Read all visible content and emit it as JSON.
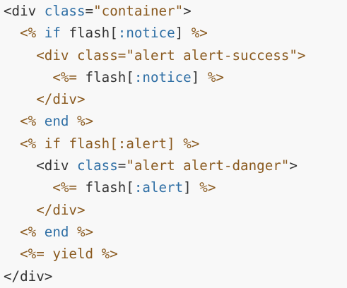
{
  "colors": {
    "background": "#f8f8f8",
    "plain": "#333333",
    "tag": "#333333",
    "attr": "#2f6fa5",
    "string": "#8a5a1f",
    "erb": "#8a5a1f",
    "keyword": "#2f6fa5",
    "symbol": "#2f6fa5"
  },
  "code_lines": [
    {
      "tokens": [
        {
          "t": "<div ",
          "c": "tag"
        },
        {
          "t": "class",
          "c": "attr"
        },
        {
          "t": "=",
          "c": "plain"
        },
        {
          "t": "\"container\"",
          "c": "string"
        },
        {
          "t": ">",
          "c": "tag"
        }
      ]
    },
    {
      "tokens": [
        {
          "t": "  ",
          "c": "plain"
        },
        {
          "t": "<%",
          "c": "erb"
        },
        {
          "t": " ",
          "c": "plain"
        },
        {
          "t": "if",
          "c": "keyword"
        },
        {
          "t": " flash[",
          "c": "plain"
        },
        {
          "t": ":notice",
          "c": "symbol"
        },
        {
          "t": "] ",
          "c": "plain"
        },
        {
          "t": "%>",
          "c": "erb"
        }
      ]
    },
    {
      "tokens": [
        {
          "t": "    ",
          "c": "plain"
        },
        {
          "t": "<div ",
          "c": "string"
        },
        {
          "t": "class",
          "c": "string"
        },
        {
          "t": "=",
          "c": "string"
        },
        {
          "t": "\"alert alert-success\"",
          "c": "string"
        },
        {
          "t": ">",
          "c": "string"
        }
      ]
    },
    {
      "tokens": [
        {
          "t": "      ",
          "c": "plain"
        },
        {
          "t": "<%=",
          "c": "erb"
        },
        {
          "t": " flash[",
          "c": "plain"
        },
        {
          "t": ":notice",
          "c": "symbol"
        },
        {
          "t": "] ",
          "c": "plain"
        },
        {
          "t": "%>",
          "c": "erb"
        }
      ]
    },
    {
      "tokens": [
        {
          "t": "    ",
          "c": "plain"
        },
        {
          "t": "</div>",
          "c": "string"
        }
      ]
    },
    {
      "tokens": [
        {
          "t": "  ",
          "c": "plain"
        },
        {
          "t": "<%",
          "c": "erb"
        },
        {
          "t": " ",
          "c": "plain"
        },
        {
          "t": "end",
          "c": "keyword"
        },
        {
          "t": " ",
          "c": "plain"
        },
        {
          "t": "%>",
          "c": "erb"
        }
      ]
    },
    {
      "tokens": [
        {
          "t": "  ",
          "c": "plain"
        },
        {
          "t": "<%",
          "c": "erb"
        },
        {
          "t": " ",
          "c": "plain"
        },
        {
          "t": "if",
          "c": "erb"
        },
        {
          "t": " flash[",
          "c": "erb"
        },
        {
          "t": ":alert",
          "c": "erb"
        },
        {
          "t": "] ",
          "c": "erb"
        },
        {
          "t": "%>",
          "c": "erb"
        }
      ]
    },
    {
      "tokens": [
        {
          "t": "    ",
          "c": "plain"
        },
        {
          "t": "<div ",
          "c": "tag"
        },
        {
          "t": "class",
          "c": "attr"
        },
        {
          "t": "=",
          "c": "plain"
        },
        {
          "t": "\"alert alert-danger\"",
          "c": "string"
        },
        {
          "t": ">",
          "c": "tag"
        }
      ]
    },
    {
      "tokens": [
        {
          "t": "      ",
          "c": "plain"
        },
        {
          "t": "<%=",
          "c": "erb"
        },
        {
          "t": " flash[",
          "c": "plain"
        },
        {
          "t": ":alert",
          "c": "symbol"
        },
        {
          "t": "] ",
          "c": "plain"
        },
        {
          "t": "%>",
          "c": "erb"
        }
      ]
    },
    {
      "tokens": [
        {
          "t": "    ",
          "c": "plain"
        },
        {
          "t": "</div>",
          "c": "string"
        }
      ]
    },
    {
      "tokens": [
        {
          "t": "  ",
          "c": "plain"
        },
        {
          "t": "<%",
          "c": "erb"
        },
        {
          "t": " ",
          "c": "plain"
        },
        {
          "t": "end",
          "c": "keyword"
        },
        {
          "t": " ",
          "c": "plain"
        },
        {
          "t": "%>",
          "c": "erb"
        }
      ]
    },
    {
      "tokens": [
        {
          "t": "  ",
          "c": "plain"
        },
        {
          "t": "<%=",
          "c": "erb"
        },
        {
          "t": " yield ",
          "c": "erb"
        },
        {
          "t": "%>",
          "c": "erb"
        }
      ]
    },
    {
      "tokens": [
        {
          "t": "</div>",
          "c": "tag"
        }
      ]
    }
  ]
}
